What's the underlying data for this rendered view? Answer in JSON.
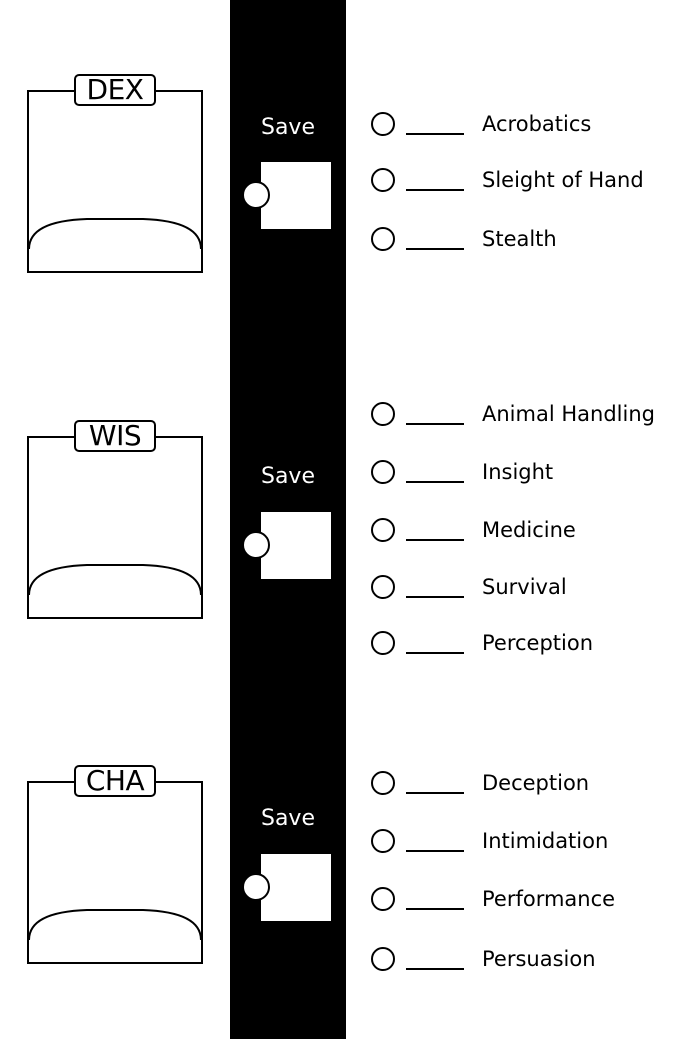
{
  "abilities": [
    {
      "name": "DEX",
      "save_label": "Save",
      "skills": [
        "Acrobatics",
        "Sleight of Hand",
        "Stealth"
      ]
    },
    {
      "name": "WIS",
      "save_label": "Save",
      "skills": [
        "Animal Handling",
        "Insight",
        "Medicine",
        "Survival",
        "Perception"
      ]
    },
    {
      "name": "CHA",
      "save_label": "Save",
      "skills": [
        "Deception",
        "Intimidation",
        "Performance",
        "Persuasion"
      ]
    }
  ],
  "colors": {
    "band": "#000000",
    "background": "#ffffff",
    "ink": "#000000"
  }
}
